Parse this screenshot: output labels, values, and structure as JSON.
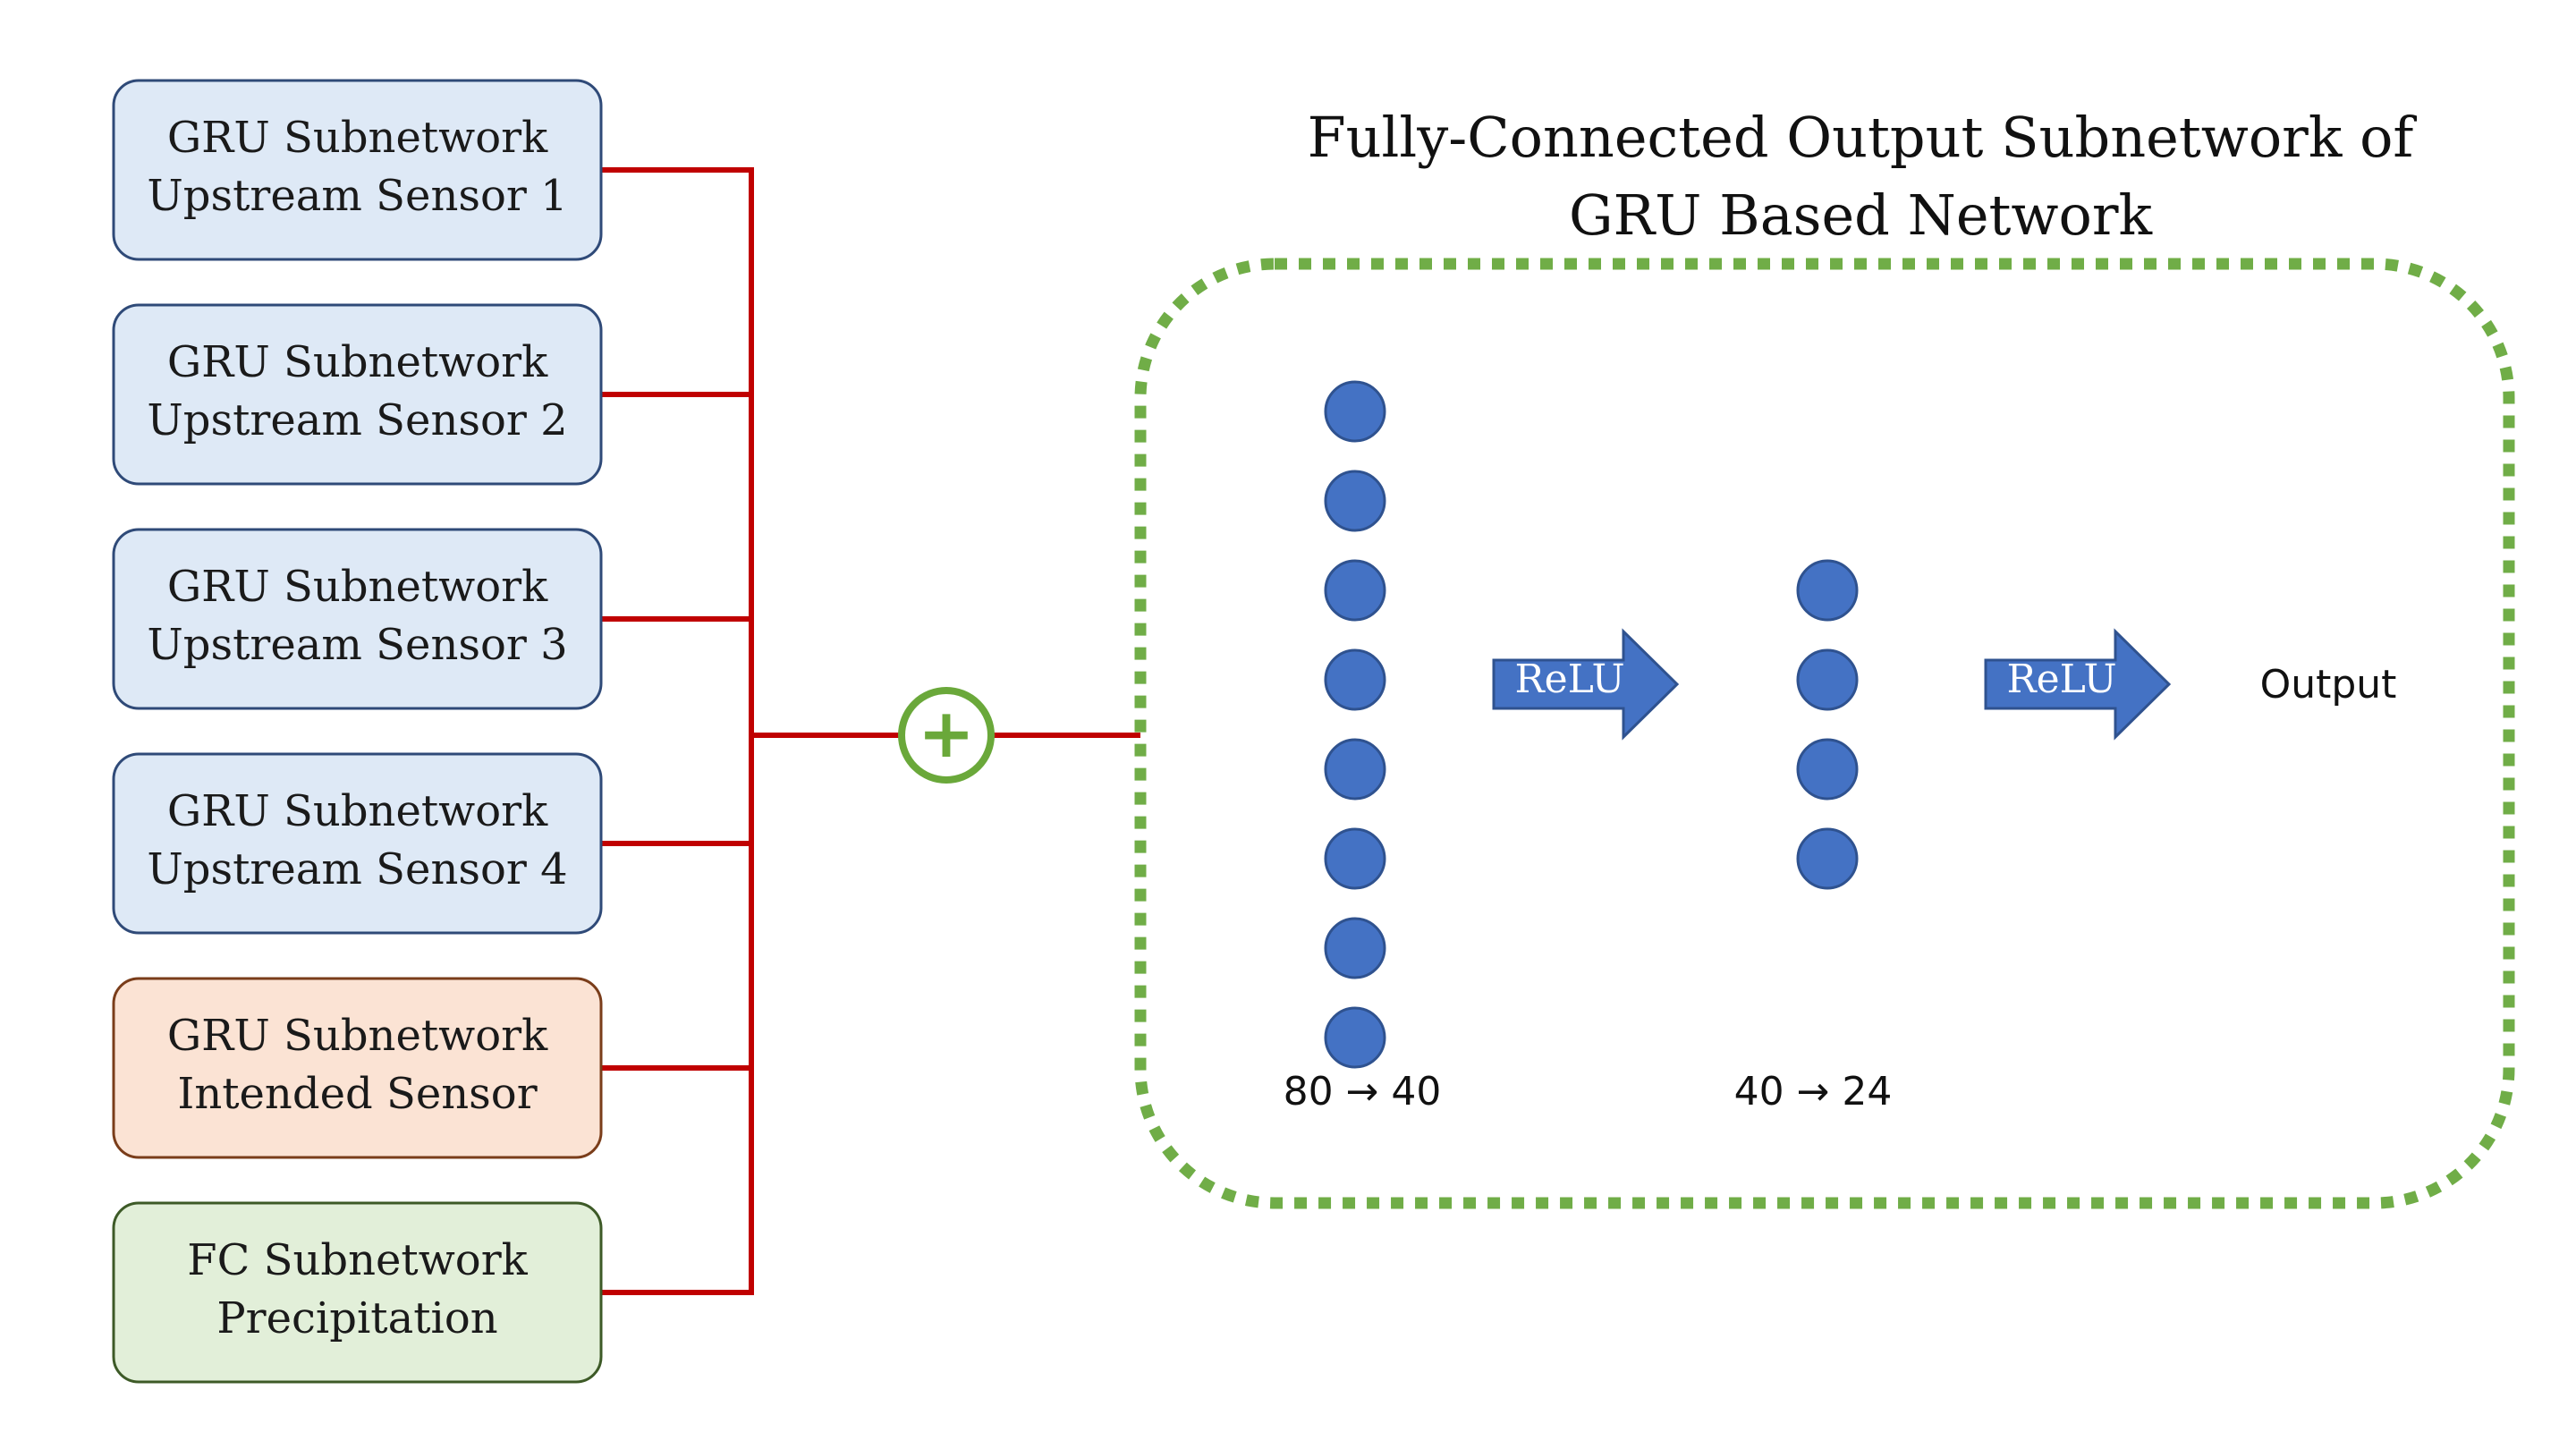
{
  "title": {
    "line1": "Fully-Connected Output Subnetwork of",
    "line2": "GRU Based Network"
  },
  "input_boxes": [
    {
      "line1": "GRU Subnetwork",
      "line2": "Upstream Sensor 1",
      "fill": "#dee9f6",
      "stroke": "#2f4a78"
    },
    {
      "line1": "GRU Subnetwork",
      "line2": "Upstream Sensor 2",
      "fill": "#dee9f6",
      "stroke": "#2f4a78"
    },
    {
      "line1": "GRU Subnetwork",
      "line2": "Upstream Sensor 3",
      "fill": "#dee9f6",
      "stroke": "#2f4a78"
    },
    {
      "line1": "GRU Subnetwork",
      "line2": "Upstream Sensor 4",
      "fill": "#dee9f6",
      "stroke": "#2f4a78"
    },
    {
      "line1": "GRU Subnetwork",
      "line2": "Intended Sensor",
      "fill": "#fbe3d4",
      "stroke": "#7a3d1a"
    },
    {
      "line1": "FC Subnetwork",
      "line2": "Precipitation",
      "fill": "#e2efd9",
      "stroke": "#3d5a27"
    }
  ],
  "concat_symbol": "+",
  "layers": [
    {
      "label": "80 → 40",
      "nodes": 8
    },
    {
      "label": "40 → 24",
      "nodes": 4
    }
  ],
  "activations": [
    "ReLU",
    "ReLU"
  ],
  "output_label": "Output",
  "colors": {
    "connector": "#c00000",
    "concat": "#6aa83a",
    "dashed_border": "#70ad47",
    "node_fill": "#4472c4",
    "node_stroke": "#2f528f",
    "arrow_fill": "#4472c4",
    "arrow_stroke": "#2f528f"
  }
}
